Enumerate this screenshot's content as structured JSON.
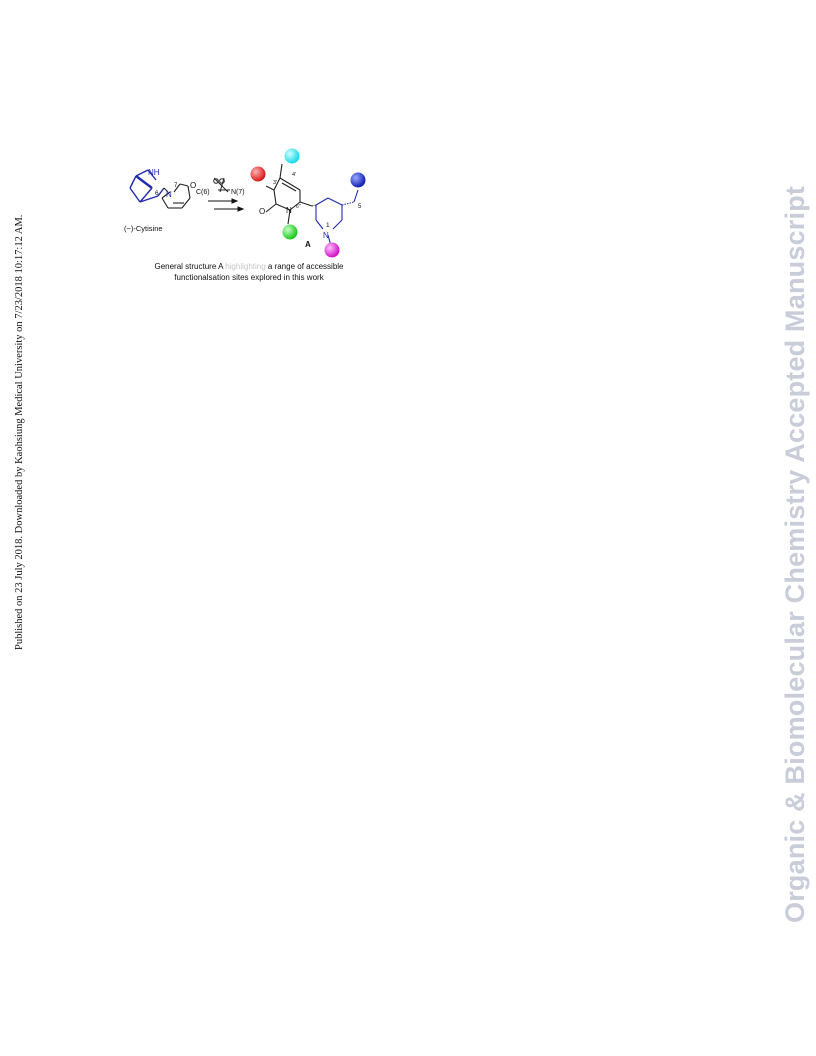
{
  "sidebar_left": {
    "text": "Published on 23 July 2018. Downloaded by Kaohsiung Medical University on 7/23/2018 10:17:12 AM."
  },
  "sidebar_right": {
    "text": "Organic & Biomolecular Chemistry Accepted Manuscript"
  },
  "scheme": {
    "cytisine_label": "(−)-Cytisine",
    "nh_label": "NH",
    "n_label": "N",
    "o_label": "O",
    "pos_6": "6",
    "pos_7": "7",
    "bond_label_c6": "C(6)",
    "bond_label_n7": "N(7)",
    "n1_label": "N",
    "pos_1": "1",
    "pos_3pp": "3'",
    "pos_4pp": "4'",
    "pos_6pp": "6''",
    "pos_5": "5",
    "structure_label": "A"
  },
  "caption": {
    "part1": "General structure A ",
    "highlighted": "highlighting",
    "part2": " a range of accessible",
    "line2": "functionalsation sites explored in this work"
  },
  "colors": {
    "red_ball": "#e02020",
    "cyan_ball": "#30e8f0",
    "green_ball": "#30e030",
    "magenta_ball": "#e020d8",
    "blue_ball": "#2030c8",
    "piperidine_blue": "#1f2ab0",
    "watermark_grey": "#c9ccd9"
  }
}
